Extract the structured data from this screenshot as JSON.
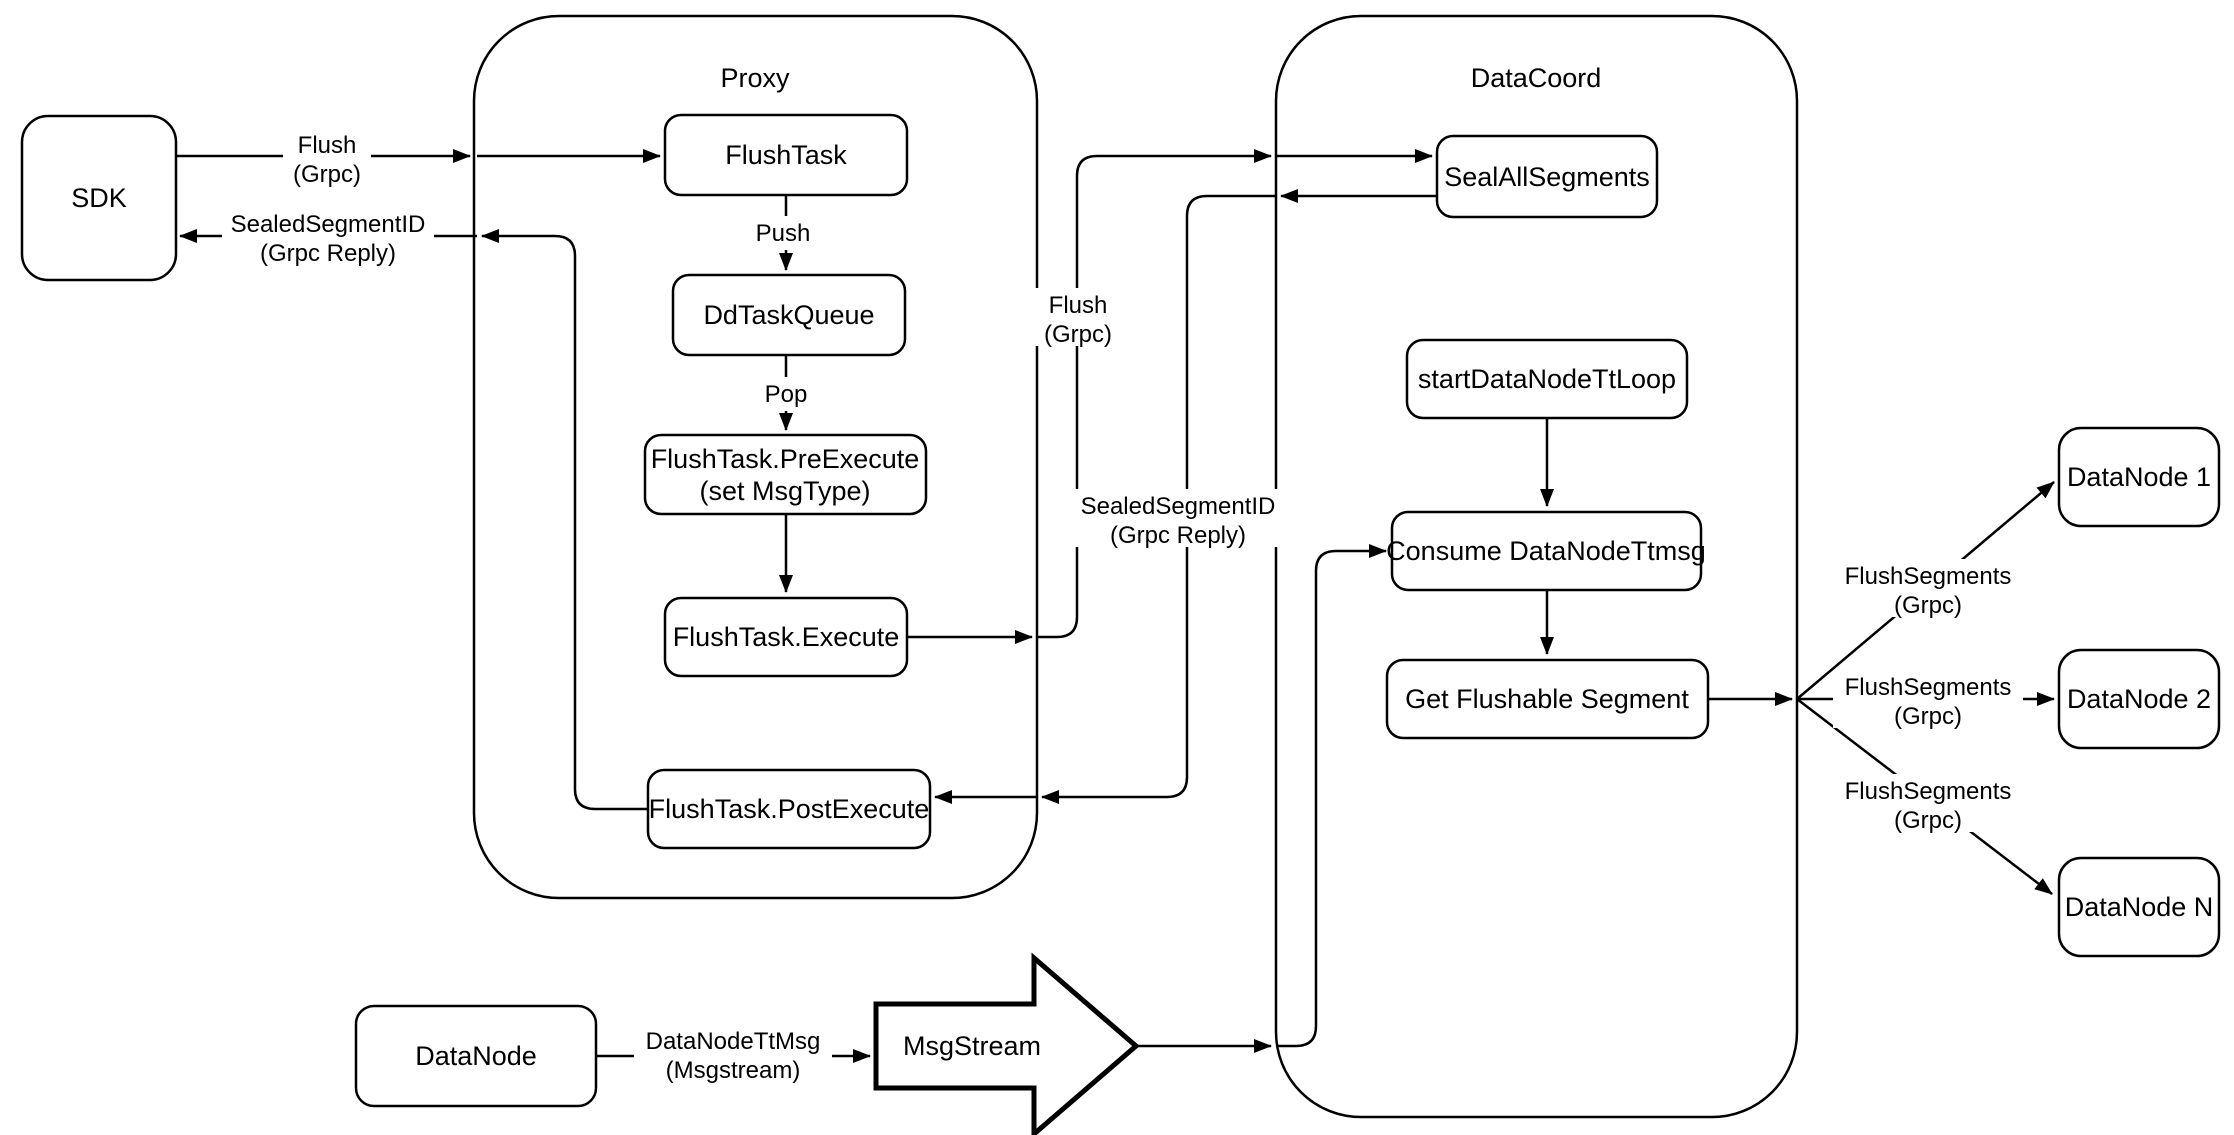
{
  "diagram": {
    "colors": {
      "background": "#ffffff",
      "stroke": "#000000",
      "node_fill": "#ffffff"
    },
    "containers": {
      "proxy": {
        "title": "Proxy"
      },
      "datacoord": {
        "title": "DataCoord"
      }
    },
    "nodes": {
      "sdk": {
        "label": "SDK"
      },
      "flush_task": {
        "label": "FlushTask"
      },
      "dd_task_queue": {
        "label": "DdTaskQueue"
      },
      "flush_task_pre_execute": {
        "line1": "FlushTask.PreExecute",
        "line2": "(set MsgType)"
      },
      "flush_task_execute": {
        "label": "FlushTask.Execute"
      },
      "flush_task_post_execute": {
        "label": "FlushTask.PostExecute"
      },
      "seal_all_segments": {
        "label": "SealAllSegments"
      },
      "start_datanode_tt_loop": {
        "label": "startDataNodeTtLoop"
      },
      "consume_datanode_ttmsg": {
        "label": "Consume DataNodeTtmsg"
      },
      "get_flushable_segment": {
        "label": "Get Flushable Segment"
      },
      "datanode_1": {
        "label": "DataNode 1"
      },
      "datanode_2": {
        "label": "DataNode 2"
      },
      "datanode_n": {
        "label": "DataNode N"
      },
      "datanode": {
        "label": "DataNode"
      },
      "msgstream": {
        "label": "MsgStream"
      }
    },
    "edge_labels": {
      "flush_sdk_to_proxy": {
        "line1": "Flush",
        "line2": "(Grpc)"
      },
      "sealed_segment_to_sdk": {
        "line1": "SealedSegmentID",
        "line2": "(Grpc Reply)"
      },
      "push": {
        "label": "Push"
      },
      "pop": {
        "label": "Pop"
      },
      "flush_proxy_to_datacoord": {
        "line1": "Flush",
        "line2": "(Grpc)"
      },
      "sealed_segment_to_proxy": {
        "line1": "SealedSegmentID",
        "line2": "(Grpc Reply)"
      },
      "flush_segments_1": {
        "line1": "FlushSegments",
        "line2": "(Grpc)"
      },
      "flush_segments_2": {
        "line1": "FlushSegments",
        "line2": "(Grpc)"
      },
      "flush_segments_3": {
        "line1": "FlushSegments",
        "line2": "(Grpc)"
      },
      "datanode_ttmsg": {
        "line1": "DataNodeTtMsg",
        "line2": "(Msgstream)"
      }
    }
  }
}
